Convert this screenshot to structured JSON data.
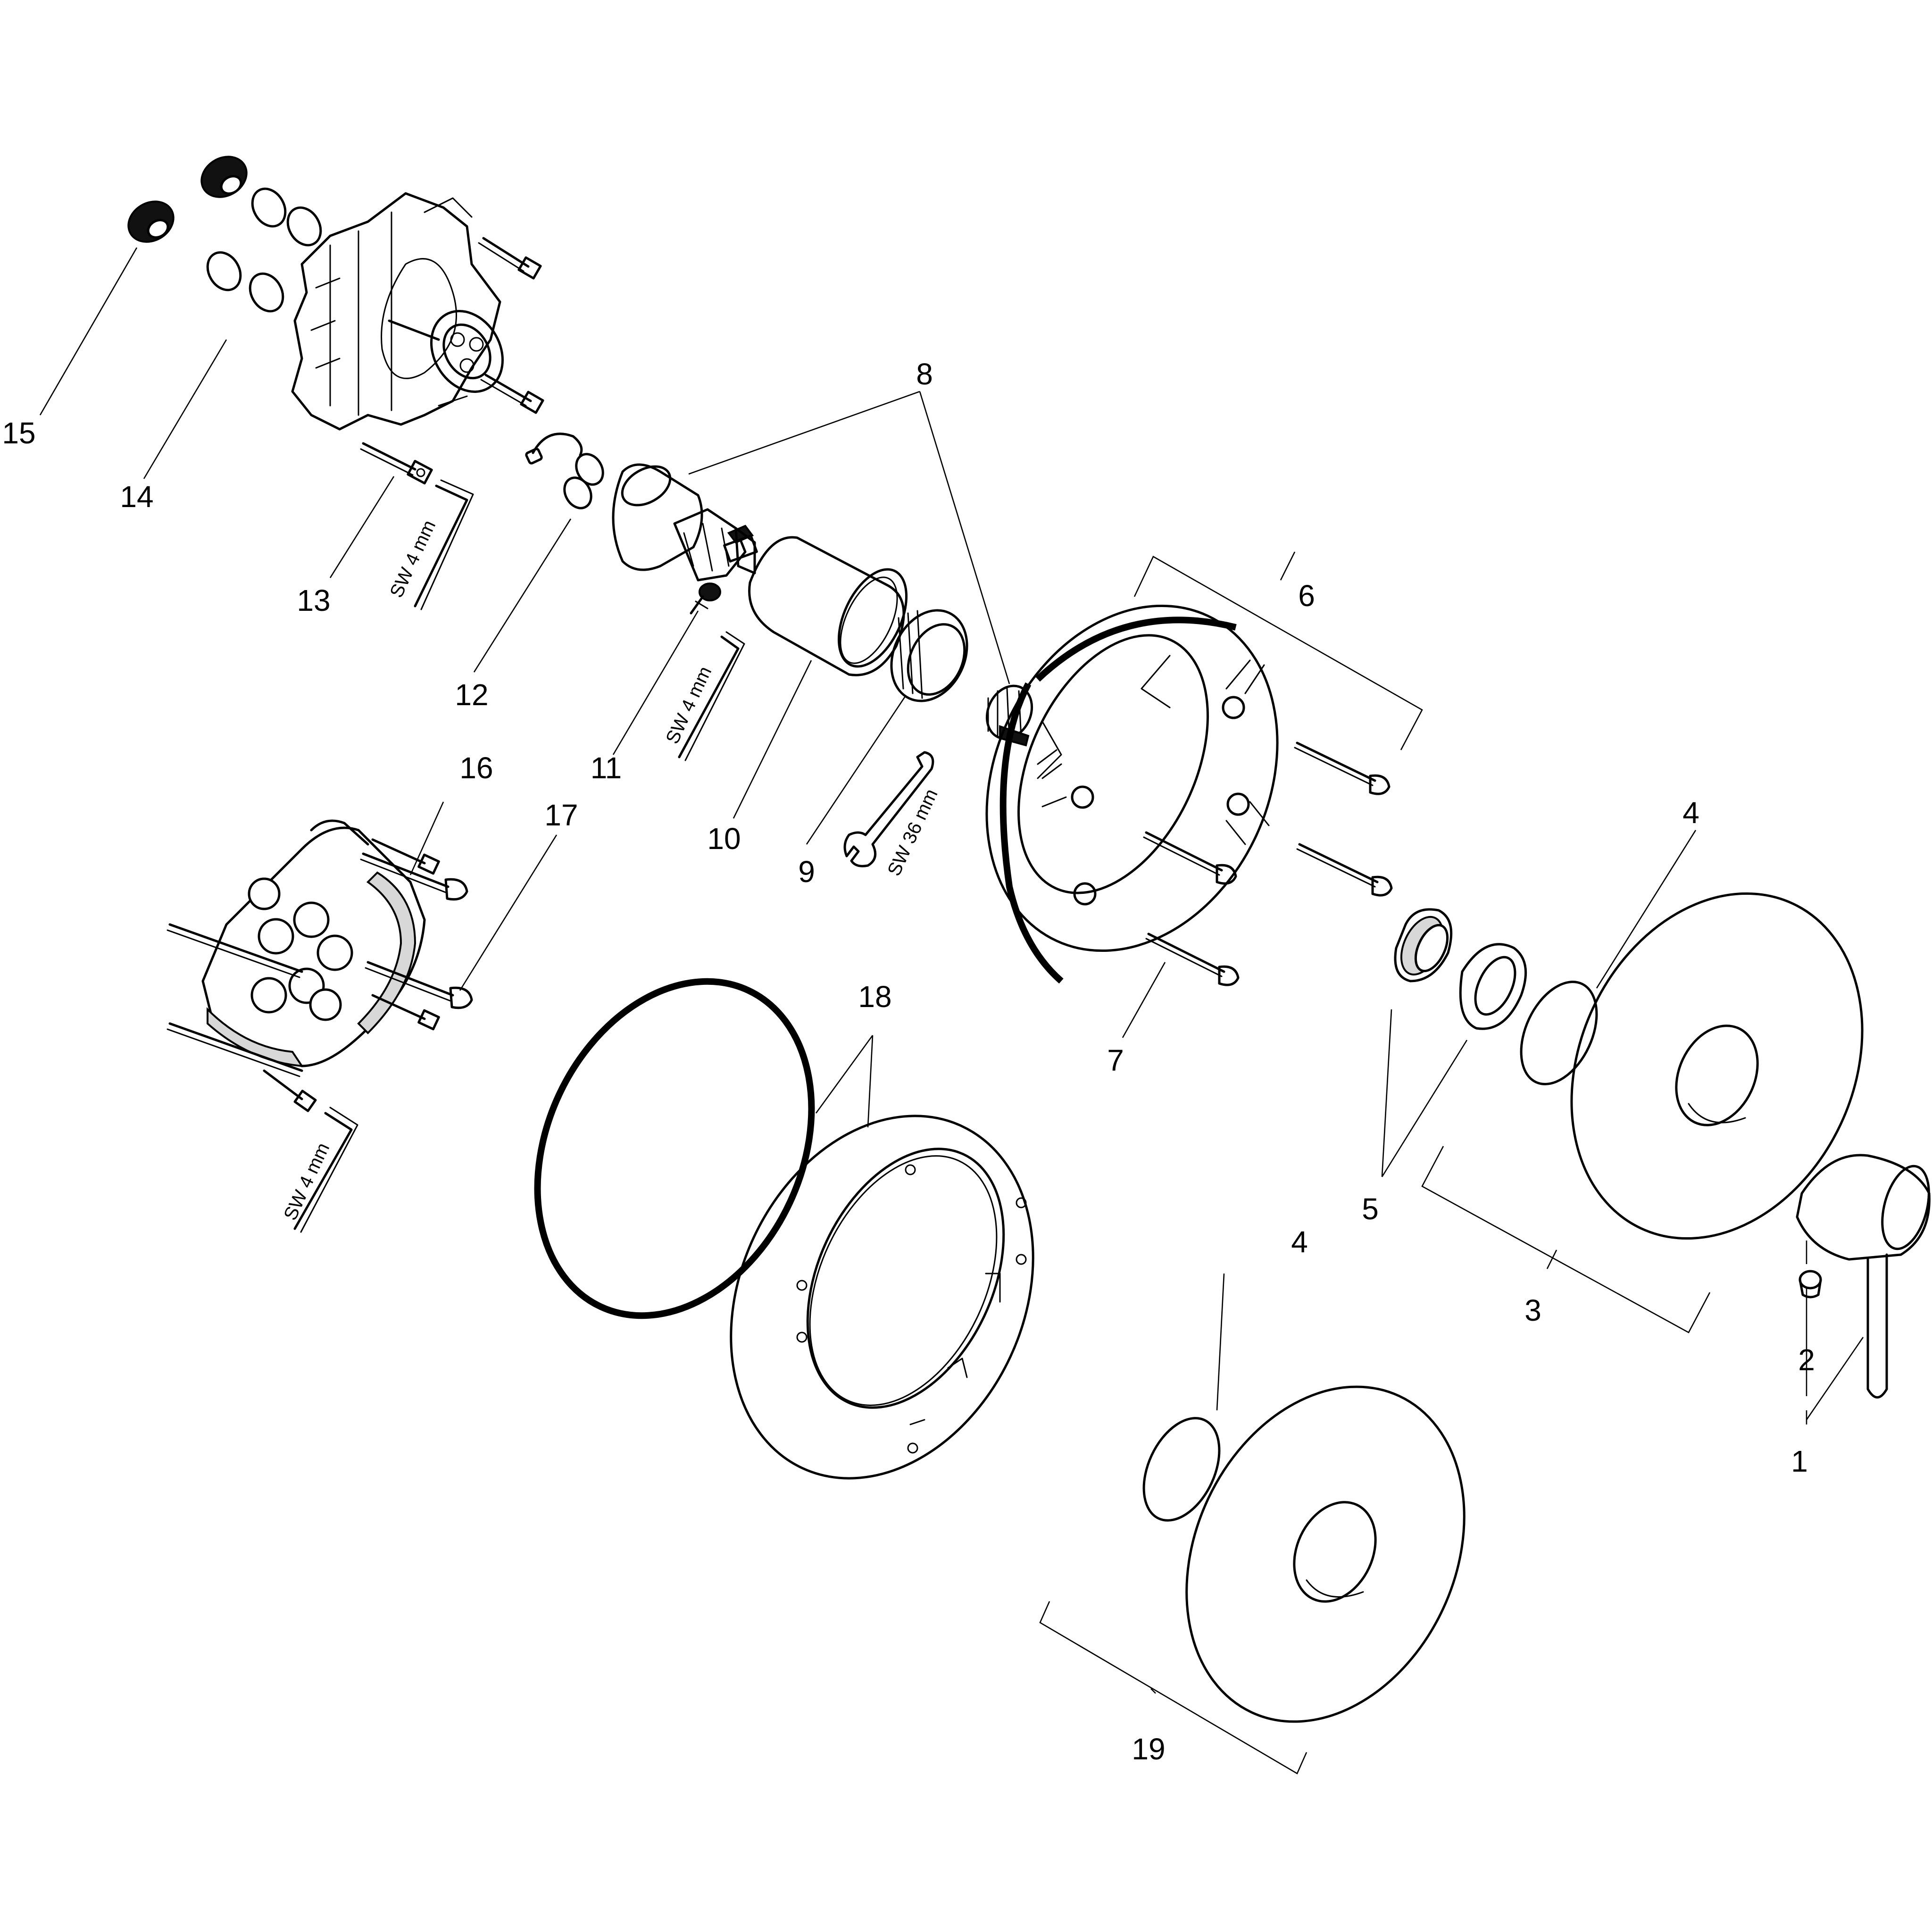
{
  "callouts": [
    "1",
    "2",
    "3",
    "4",
    "4",
    "5",
    "6",
    "7",
    "8",
    "9",
    "10",
    "11",
    "12",
    "13",
    "14",
    "15",
    "16",
    "17",
    "18",
    "19"
  ],
  "tools": {
    "hex_key_a": "SW 4 mm",
    "hex_key_b": "SW 4 mm",
    "hex_key_c": "SW 4 mm",
    "spanner": "SW 36 mm"
  }
}
